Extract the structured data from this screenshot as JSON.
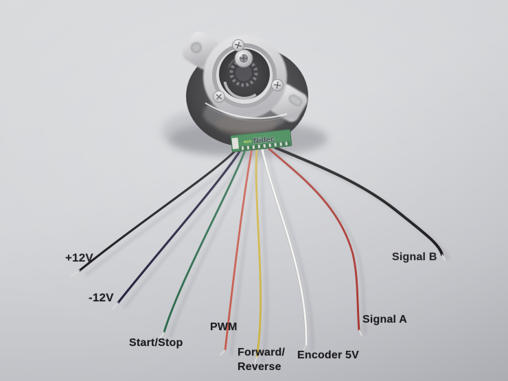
{
  "scene": {
    "paper_color_top": "#d9dbdd",
    "paper_color_bottom": "#b2b3b8"
  },
  "motor": {
    "pcb": {
      "eco_label": "eco",
      "brand": "Nidec",
      "board_color": "#2e7c44"
    }
  },
  "wires": [
    {
      "id": "plus-12v",
      "label": "+12V",
      "color": "#17171b"
    },
    {
      "id": "minus-12v",
      "label": "-12V",
      "color": "#20203d"
    },
    {
      "id": "start-stop",
      "label": "Start/Stop",
      "color": "#2b6a4c"
    },
    {
      "id": "pwm",
      "label": "PWM",
      "color": "#c65b4e"
    },
    {
      "id": "forward-reverse",
      "label": "Forward/Reverse",
      "label_lines": [
        "Forward/",
        "Reverse"
      ],
      "color": "#cdb345"
    },
    {
      "id": "encoder-5v",
      "label": "Encoder 5V",
      "color": "#f3f3f1"
    },
    {
      "id": "signal-a",
      "label": "Signal A",
      "color": "#a8342e"
    },
    {
      "id": "signal-b",
      "label": "Signal B",
      "color": "#141416"
    }
  ]
}
